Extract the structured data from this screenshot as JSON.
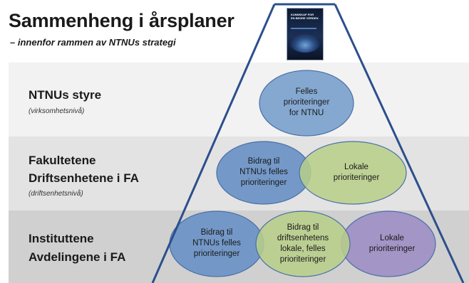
{
  "title": "Sammenheng i årsplaner",
  "subtitle": "– innenfor rammen av NTNUs strategi",
  "cover": {
    "title_lines": [
      "KUNNSKAP FOR",
      "EN BEDRE VERDEN"
    ],
    "alt": "NTNU strategy cover"
  },
  "levels": [
    {
      "lines": [
        "NTNUs styre"
      ],
      "sublabel": "(virksomhetsnivå)"
    },
    {
      "lines": [
        "Fakultetene",
        "Driftsenhetene i FA"
      ],
      "sublabel": "(driftsenhetsnivå)"
    },
    {
      "lines": [
        "Instituttene",
        "Avdelingene i FA"
      ],
      "sublabel": ""
    }
  ],
  "bubbles": {
    "felles": {
      "lines": [
        "Felles",
        "prioriteringer",
        "for NTNU"
      ],
      "fill": "#7ea3cf"
    },
    "fak_bidrag": {
      "lines": [
        "Bidrag til",
        "NTNUs felles",
        "prioriteringer"
      ],
      "fill": "#6a93c6"
    },
    "fak_lokale": {
      "lines": [
        "Lokale",
        "prioriteringer"
      ],
      "fill": "#b8cf88"
    },
    "inst_bidrag": {
      "lines": [
        "Bidrag til",
        "NTNUs felles",
        "prioriteringer"
      ],
      "fill": "#6a93c6"
    },
    "inst_drift": {
      "lines": [
        "Bidrag til",
        "driftsenhetens",
        "lokale, felles",
        "prioriteringer"
      ],
      "fill": "#b8cf88"
    },
    "inst_lokale": {
      "lines": [
        "Lokale",
        "prioriteringer"
      ],
      "fill": "#9b8bc4"
    }
  },
  "colors": {
    "pyramid_stroke": "#2c4f8c",
    "bubble_stroke": "#4a6fa5"
  }
}
